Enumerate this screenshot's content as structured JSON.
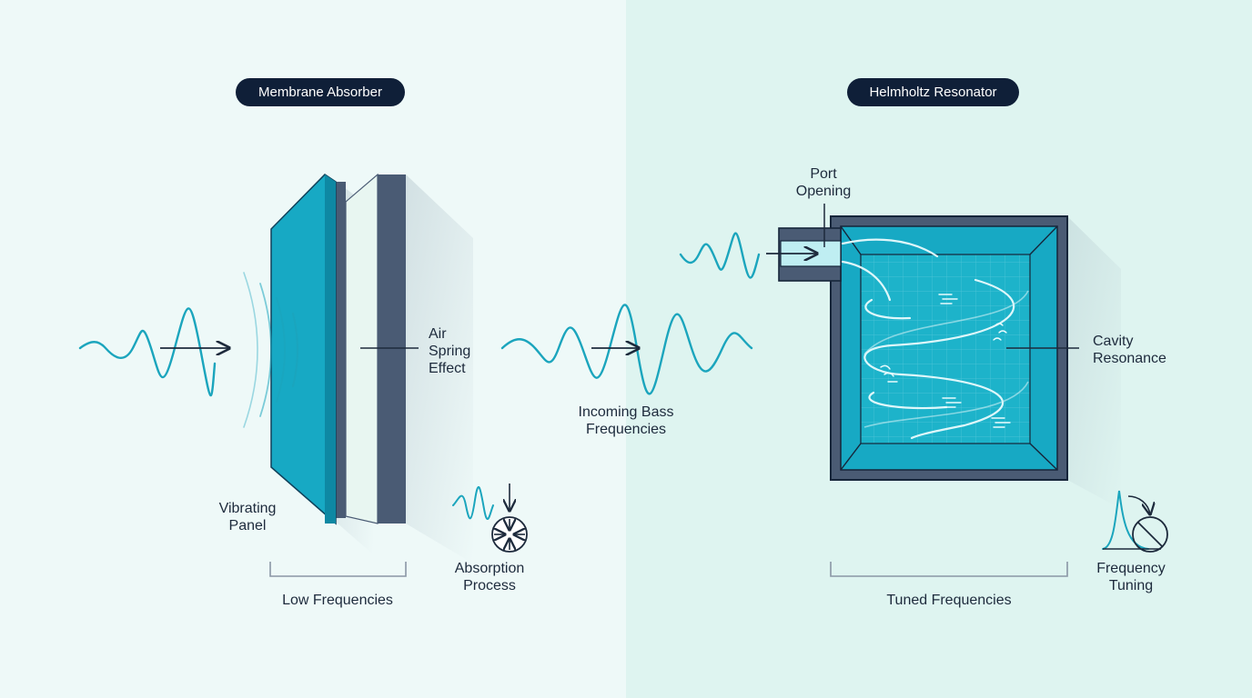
{
  "membrane": {
    "title": "Membrane Absorber",
    "air_spring": [
      "Air",
      "Spring",
      "Effect"
    ],
    "vibrating_panel": [
      "Vibrating",
      "Panel"
    ],
    "low_frequencies": "Low Frequencies",
    "absorption_process": [
      "Absorption",
      "Process"
    ]
  },
  "center": {
    "incoming": [
      "Incoming Bass",
      "Frequencies"
    ]
  },
  "helmholtz": {
    "title": "Helmholtz Resonator",
    "port_opening": [
      "Port",
      "Opening"
    ],
    "cavity_resonance": [
      "Cavity",
      "Resonance"
    ],
    "tuned_frequencies": "Tuned Frequencies",
    "frequency_tuning": [
      "Frequency",
      "Tuning"
    ]
  },
  "colors": {
    "wave": "#1ba5bd",
    "panel": "#17a9c4",
    "frame": "#4a5b74",
    "pill": "#0f1f38",
    "text": "#1d2a3c"
  }
}
